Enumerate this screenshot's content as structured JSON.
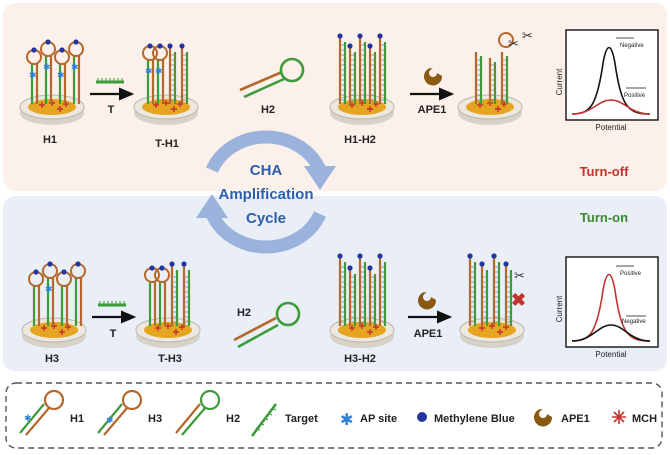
{
  "top_panel": {
    "labels": {
      "h1": "H1",
      "t": "T",
      "t_h1": "T-H1",
      "h2": "H2",
      "h1_h2": "H1-H2",
      "ape1": "APE1"
    },
    "mode": "Turn-off",
    "graph": {
      "y_axis": "Current",
      "x_axis": "Potential",
      "curve_upper": "Negative",
      "curve_lower": "Positive"
    }
  },
  "bottom_panel": {
    "labels": {
      "h3": "H3",
      "t": "T",
      "t_h3": "T-H3",
      "h2": "H2",
      "h3_h2": "H3-H2",
      "ape1": "APE1"
    },
    "mode": "Turn-on",
    "graph": {
      "y_axis": "Current",
      "x_axis": "Potential",
      "curve_upper": "Positive",
      "curve_lower": "Negative"
    }
  },
  "cycle": {
    "line1": "CHA",
    "line2": "Amplification",
    "line3": "Cycle"
  },
  "legend": {
    "h1": "H1",
    "h3": "H3",
    "h2": "H2",
    "target": "Target",
    "ap_site": "AP site",
    "methylene_blue": "Methylene Blue",
    "ape1": "APE1",
    "mch": "MCH"
  },
  "colors": {
    "top_bg": "#fcf0ea",
    "bottom_bg": "#e9eef7",
    "cycle": "#9bb2dc",
    "turn_off": "#c4332f",
    "turn_on": "#3b8a2e",
    "strand_orange": "#b4682b",
    "strand_green": "#3d9b3a",
    "methylene_blue": "#2336a0",
    "ap_site": "#2f7fd6",
    "mch": "#c4332f",
    "electrode": "#e6a520"
  },
  "icons": [
    "electrode-icon",
    "hairpin-icon",
    "target-strand-icon",
    "ap-site-star-icon",
    "methylene-blue-dot-icon",
    "ape1-enzyme-icon",
    "mch-cross-icon",
    "scissors-icon",
    "cross-mark-icon",
    "cycle-arrows-icon"
  ]
}
